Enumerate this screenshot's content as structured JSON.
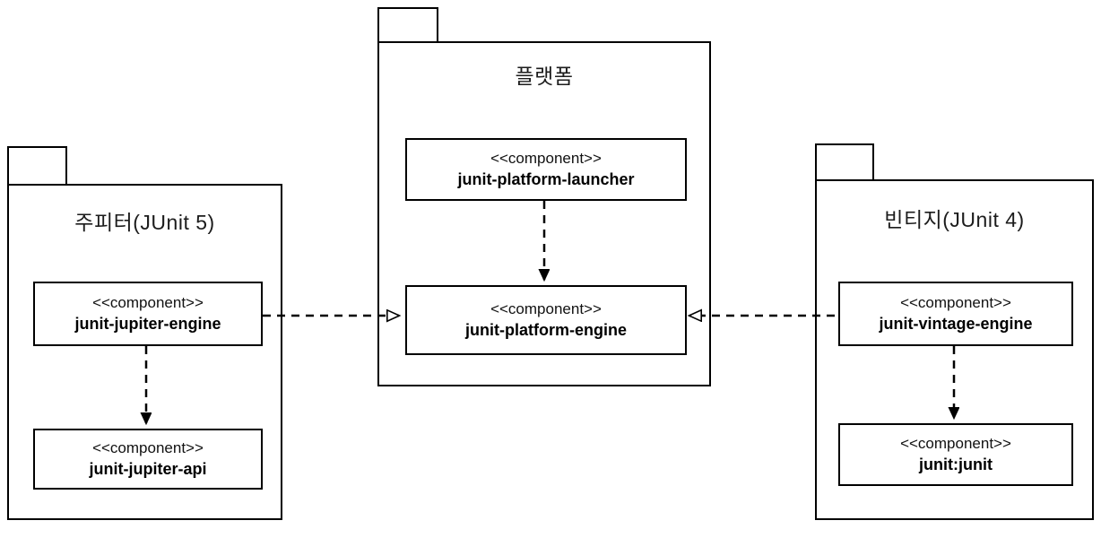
{
  "diagram": {
    "type": "uml-component-diagram",
    "packages": [
      {
        "id": "jupiter",
        "title": "주피터(JUnit 5)",
        "components": [
          {
            "stereotype": "<<component>>",
            "name": "junit-jupiter-engine"
          },
          {
            "stereotype": "<<component>>",
            "name": "junit-jupiter-api"
          }
        ]
      },
      {
        "id": "platform",
        "title": "플랫폼",
        "components": [
          {
            "stereotype": "<<component>>",
            "name": "junit-platform-launcher"
          },
          {
            "stereotype": "<<component>>",
            "name": "junit-platform-engine"
          }
        ]
      },
      {
        "id": "vintage",
        "title": "빈티지(JUnit 4)",
        "components": [
          {
            "stereotype": "<<component>>",
            "name": "junit-vintage-engine"
          },
          {
            "stereotype": "<<component>>",
            "name": "junit:junit"
          }
        ]
      }
    ],
    "relationships": [
      {
        "from": "junit-platform-launcher",
        "to": "junit-platform-engine",
        "style": "dashed",
        "arrowhead": "solid"
      },
      {
        "from": "junit-jupiter-engine",
        "to": "junit-platform-engine",
        "style": "dashed",
        "arrowhead": "hollow"
      },
      {
        "from": "junit-vintage-engine",
        "to": "junit-platform-engine",
        "style": "dashed",
        "arrowhead": "hollow"
      },
      {
        "from": "junit-jupiter-engine",
        "to": "junit-jupiter-api",
        "style": "dashed",
        "arrowhead": "solid"
      },
      {
        "from": "junit-vintage-engine",
        "to": "junit:junit",
        "style": "dashed",
        "arrowhead": "solid"
      }
    ],
    "colors": {
      "line": "#000000",
      "background": "#ffffff"
    }
  }
}
